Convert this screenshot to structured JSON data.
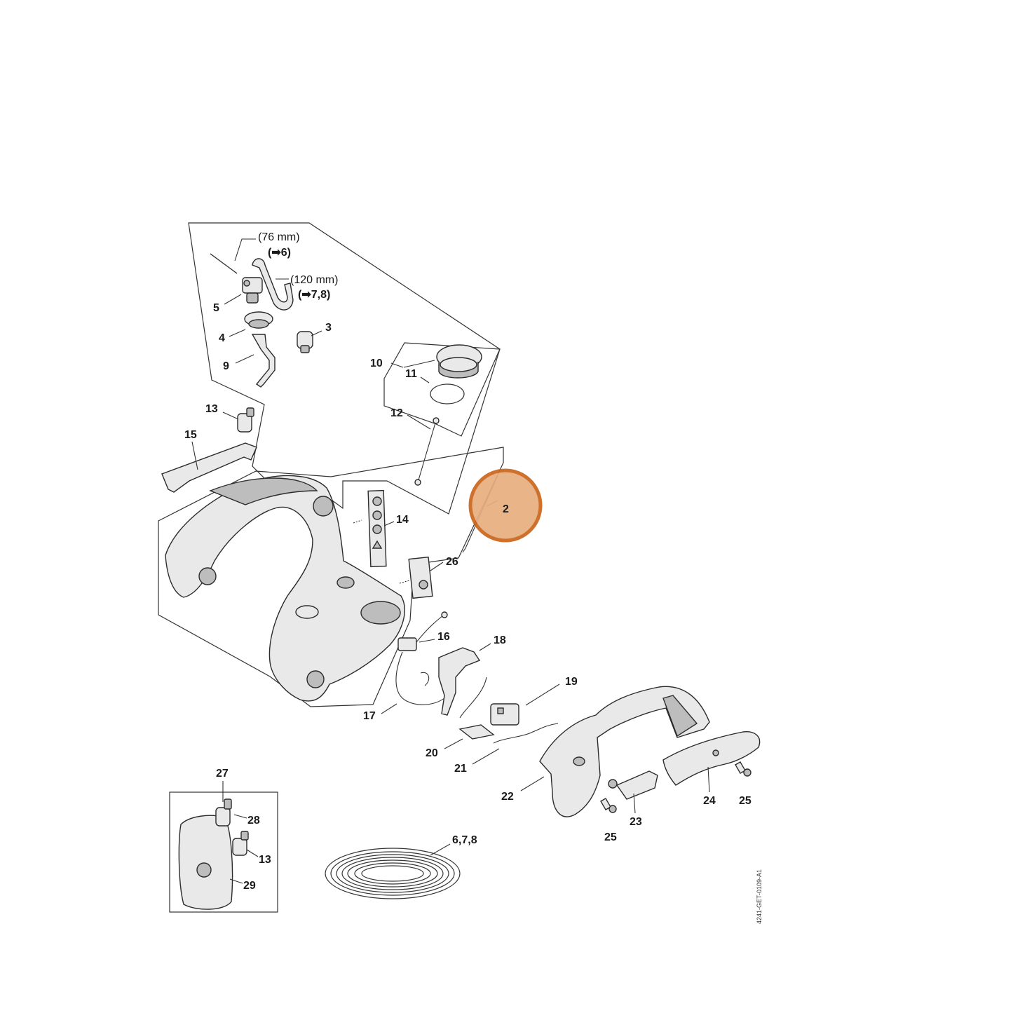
{
  "callouts": {
    "c2": "2",
    "c3": "3",
    "c4": "4",
    "c5": "5",
    "c9": "9",
    "c10": "10",
    "c11": "11",
    "c12": "12",
    "c13a": "13",
    "c13b": "13",
    "c14": "14",
    "c15": "15",
    "c16": "16",
    "c17": "17",
    "c18": "18",
    "c19": "19",
    "c20": "20",
    "c21": "21",
    "c22": "22",
    "c23": "23",
    "c24": "24",
    "c25a": "25",
    "c25b": "25",
    "c26": "26",
    "c27": "27",
    "c28": "28",
    "c29": "29",
    "c678": "6,7,8"
  },
  "hose_notes": {
    "hose1_length": "(76 mm)",
    "hose1_ref": "(➡6)",
    "hose2_length": "(120 mm)",
    "hose2_ref": "(➡7,8)"
  },
  "drawing_id": "4241-GET-0109-A1",
  "highlight_color": "#e9ae80"
}
